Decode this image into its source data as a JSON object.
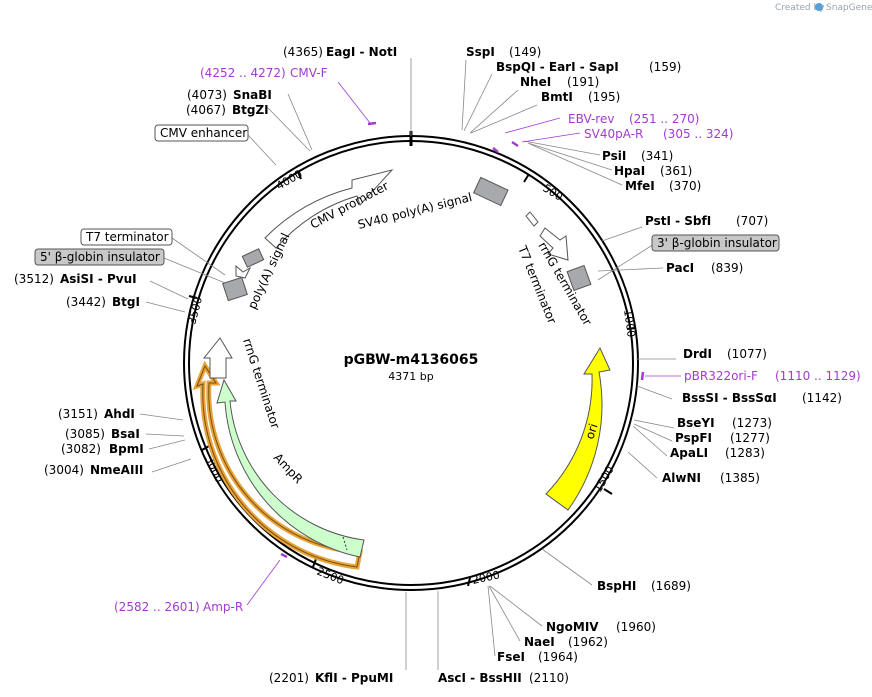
{
  "credit": {
    "prefix": "Created by",
    "brand": "SnapGene"
  },
  "plasmid": {
    "name": "pGBW-m4136065",
    "size": "4371 bp"
  },
  "ticks": [
    "500",
    "1000",
    "1500",
    "2000",
    "2500",
    "3000",
    "3500",
    "4000"
  ],
  "sites": {
    "ssp": {
      "name": "SspI",
      "pos": "(149)"
    },
    "bsp": {
      "name": "BspQI  -  EarI  -  SapI",
      "pos": "(159)"
    },
    "nhe": {
      "name": "NheI",
      "pos": "(191)"
    },
    "bmt": {
      "name": "BmtI",
      "pos": "(195)"
    },
    "psi": {
      "name": "PsiI",
      "pos": "(341)"
    },
    "hpa": {
      "name": "HpaI",
      "pos": "(361)"
    },
    "mfe": {
      "name": "MfeI",
      "pos": "(370)"
    },
    "pst": {
      "name": "PstI  -  SbfI",
      "pos": "(707)"
    },
    "pac": {
      "name": "PacI",
      "pos": "(839)"
    },
    "drd": {
      "name": "DrdI",
      "pos": "(1077)"
    },
    "bss": {
      "name": "BssSI  -  BssSαI",
      "pos": "(1142)"
    },
    "bse": {
      "name": "BseYI",
      "pos": "(1273)"
    },
    "psp": {
      "name": "PspFI",
      "pos": "(1277)"
    },
    "apa": {
      "name": "ApaLI",
      "pos": "(1283)"
    },
    "alw": {
      "name": "AlwNI",
      "pos": "(1385)"
    },
    "bsph": {
      "name": "BspHI",
      "pos": "(1689)"
    },
    "ngo": {
      "name": "NgoMIV",
      "pos": "(1960)"
    },
    "nae": {
      "name": "NaeI",
      "pos": "(1962)"
    },
    "fse": {
      "name": "FseI",
      "pos": "(1964)"
    },
    "asc": {
      "name": "AscI  -  BssHII",
      "pos": "(2110)"
    },
    "kfl": {
      "name": "KflI  -  PpuMI",
      "pos": "(2201)"
    },
    "nme": {
      "name": "NmeAIII",
      "pos": "(3004)"
    },
    "bpm": {
      "name": "BpmI",
      "pos": "(3082)"
    },
    "bsa": {
      "name": "BsaI",
      "pos": "(3085)"
    },
    "ahd": {
      "name": "AhdI",
      "pos": "(3151)"
    },
    "btg": {
      "name": "BtgI",
      "pos": "(3442)"
    },
    "asi": {
      "name": "AsiSI  -  PvuI",
      "pos": "(3512)"
    },
    "btgz": {
      "name": "BtgZI",
      "pos": "(4067)"
    },
    "sna": {
      "name": "SnaBI",
      "pos": "(4073)"
    },
    "eag": {
      "name": "EagI  -  NotI",
      "pos": "(4365)"
    }
  },
  "primers": {
    "cmvf": {
      "name": "CMV-F",
      "range": "(4252 .. 4272)"
    },
    "ebv": {
      "name": "EBV-rev",
      "range": "(251 .. 270)"
    },
    "sv40": {
      "name": "SV40pA-R",
      "range": "(305 .. 324)"
    },
    "pbr": {
      "name": "pBR322ori-F",
      "range": "(1110 .. 1129)"
    },
    "ampr": {
      "name": "Amp-R",
      "range": "(2582 .. 2601)"
    }
  },
  "features": {
    "cmv_enhancer": "CMV enhancer",
    "cmv_promoter": "CMV promoter",
    "sv40_polya": "SV40 poly(A) signal",
    "t7_term_right": "T7 terminator",
    "rrng_term_right": "rrnG terminator",
    "beta_globin_3": "3' β-globin insulator",
    "beta_globin_5": "5' β-globin insulator",
    "t7_term_left": "T7 terminator",
    "polya_left": "poly(A) signal",
    "rrng_term_left": "rrnG terminator",
    "ampr": "AmpR",
    "ori": "ori"
  },
  "colors": {
    "primer": "#a23bd1",
    "ori": "#ffff00",
    "ampr": "#ccffcc",
    "insulator": "#a7a9ac",
    "ampr_outline": "#e8a33a"
  }
}
